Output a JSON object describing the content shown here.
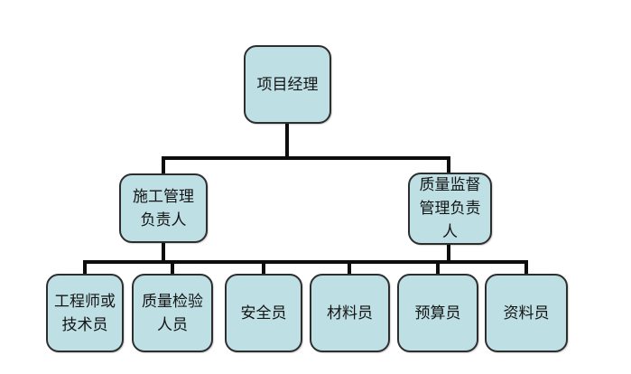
{
  "diagram_type": "org-chart",
  "colors": {
    "box_fill": "#bedfe4",
    "box_border": "#2e2e2e",
    "connector": "#0d0d0d",
    "text_color": "#141414",
    "page_bg": "#ffffff"
  },
  "nodes": {
    "project_manager": {
      "label": "项目经理"
    },
    "construction_lead": {
      "label": [
        "施工管理",
        "负责人"
      ]
    },
    "quality_lead": {
      "label": [
        "质量监督",
        "管理负责",
        "人"
      ]
    },
    "engineer": {
      "label": [
        "工程师或",
        "技术员"
      ]
    },
    "quality_inspector": {
      "label": [
        "质量检验",
        "人员"
      ]
    },
    "safety_officer": {
      "label": "安全员"
    },
    "material_officer": {
      "label": "材料员"
    },
    "budget_officer": {
      "label": "预算员"
    },
    "document_officer": {
      "label": "资料员"
    }
  },
  "hierarchy": {
    "root": "项目经理",
    "level2": [
      "施工管理负责人",
      "质量监督管理负责人"
    ],
    "level3": [
      "工程师或技术员",
      "质量检验人员",
      "安全员",
      "材料员",
      "预算员",
      "资料员"
    ]
  }
}
